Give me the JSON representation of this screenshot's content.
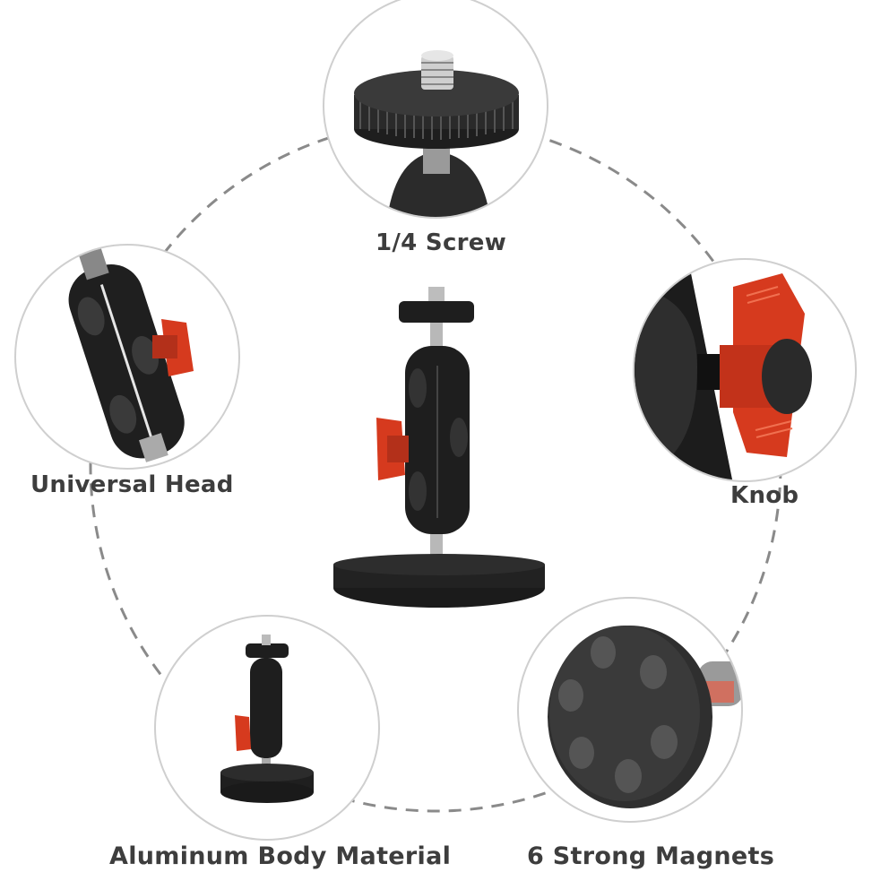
{
  "features": [
    {
      "id": "screw",
      "label": "1/4 Screw"
    },
    {
      "id": "universal_head",
      "label": "Universal Head"
    },
    {
      "id": "knob",
      "label": "Knob"
    },
    {
      "id": "aluminum",
      "label": "Aluminum Body Material"
    },
    {
      "id": "magnets",
      "label": "6 Strong Magnets"
    }
  ],
  "colors": {
    "accent_knob": "#d63a1e",
    "body_black": "#1f1f1f",
    "ring_gray": "#cfcfcf",
    "dash_gray": "#8a8a8a",
    "label_text": "#3d3d3d"
  }
}
